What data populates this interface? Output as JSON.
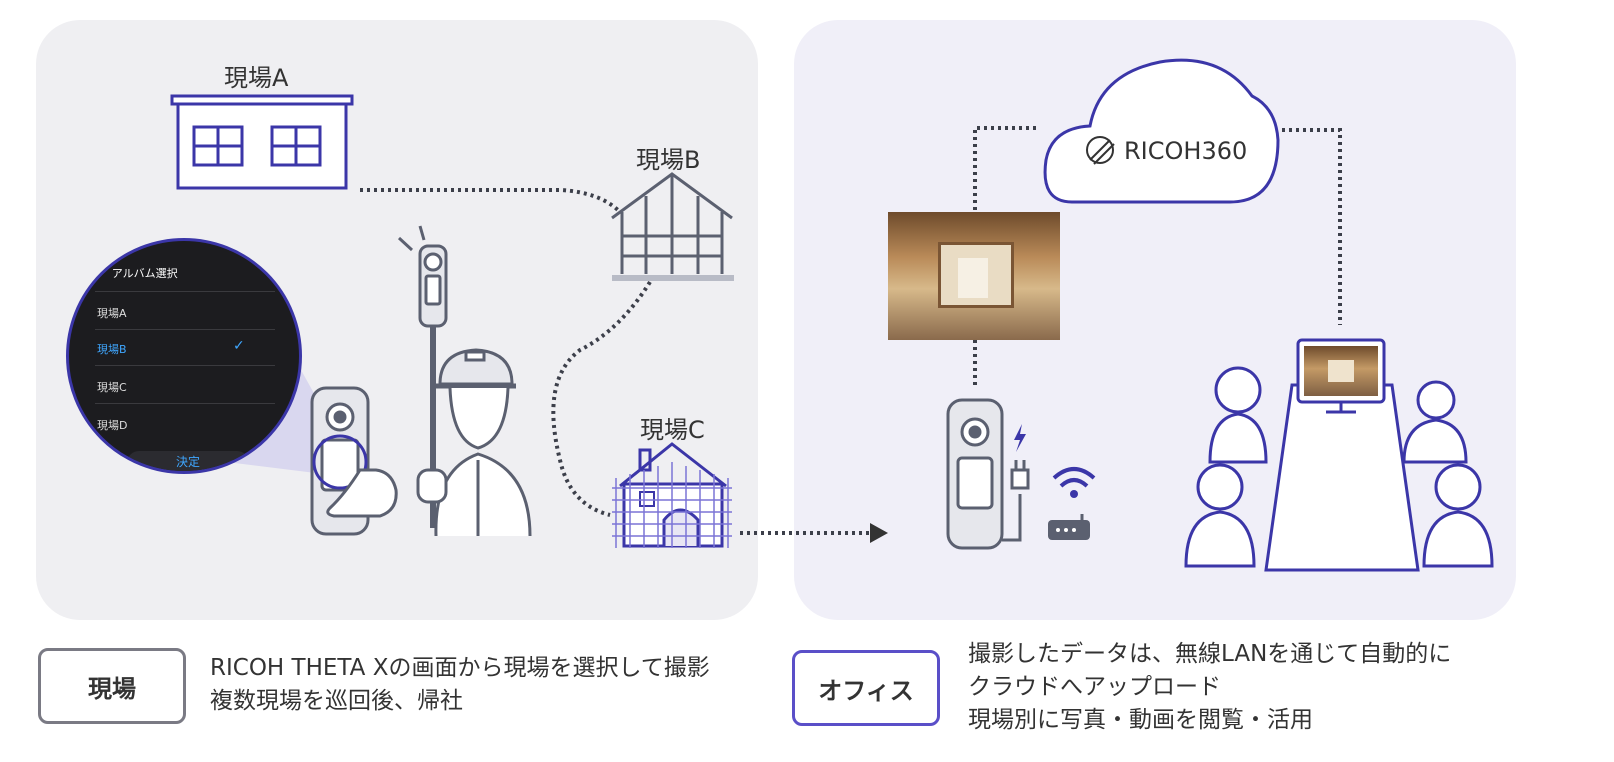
{
  "site_labels": {
    "a": "現場A",
    "b": "現場B",
    "c": "現場C"
  },
  "phone_ui": {
    "header": "アルバム選択",
    "items": [
      "現場A",
      "現場B",
      "現場C",
      "現場D"
    ],
    "selected": "現場B",
    "confirm_button": "決定"
  },
  "cloud": {
    "label": "RICOH360"
  },
  "bottom": {
    "left_tag": "現場",
    "left_desc": [
      "RICOH THETA Xの画面から現場を選択して撮影",
      "複数現場を巡回後、帰社"
    ],
    "right_tag": "オフィス",
    "right_desc": [
      "撮影したデータは、無線LANを通じて自動的に",
      "クラウドへアップロード",
      "現場別に写真・動画を閲覧・活用"
    ]
  },
  "colors": {
    "accent": "#3b36a8",
    "gray": "#5b6070",
    "panel_left": "#efeff2",
    "panel_right": "#f0eff8"
  }
}
